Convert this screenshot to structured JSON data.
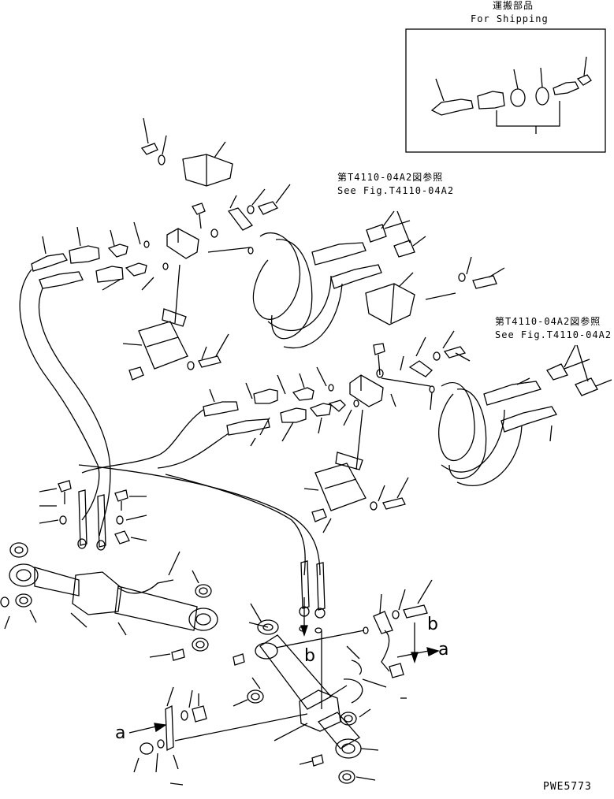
{
  "shipping_box": {
    "title_jp": "運搬部品",
    "title_en": "For Shipping"
  },
  "references": [
    {
      "jp": "第T4110-04A2図参照",
      "en": "See Fig.T4110-04A2"
    },
    {
      "jp": "第T4110-04A2図参照",
      "en": "See Fig.T4110-04A2"
    }
  ],
  "arrow_labels": {
    "a_right": "a",
    "b_right": "b",
    "b_center": "b",
    "a_left": "a"
  },
  "figure_code": "PWE5773"
}
